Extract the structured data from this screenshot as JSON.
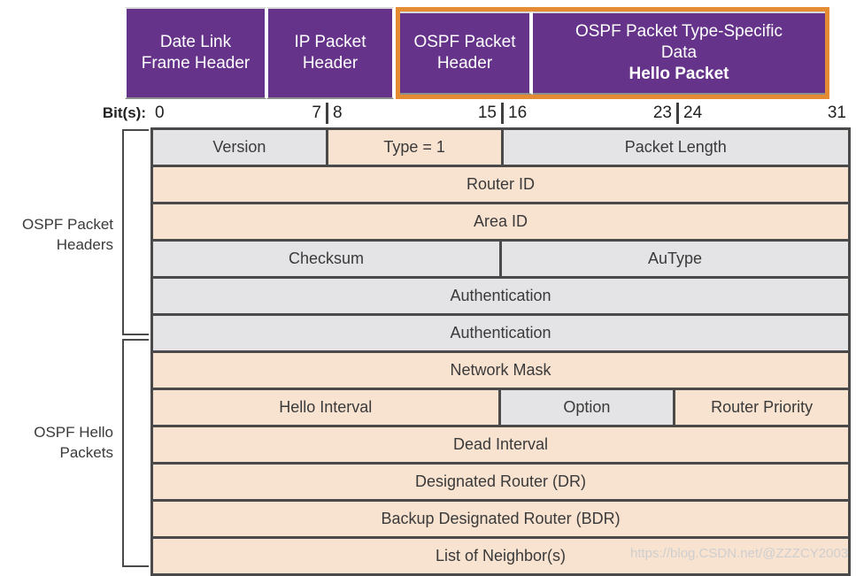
{
  "stack_banner": {
    "boxes": [
      {
        "name": "data-link-frame-header",
        "line1": "Date Link",
        "line2": "Frame Header"
      },
      {
        "name": "ip-packet-header",
        "line1": "IP Packet",
        "line2": "Header"
      },
      {
        "name": "ospf-packet-header",
        "line1": "OSPF Packet",
        "line2": "Header"
      },
      {
        "name": "ospf-type-specific-data",
        "line1": "OSPF Packet Type-Specific",
        "line2": "Data",
        "line3": "Hello Packet"
      }
    ],
    "highlight_color": "#E58B33",
    "box_color": "#65338A"
  },
  "bit_ruler": {
    "label": "Bit(s):",
    "segments": [
      {
        "lo": "0",
        "hi": "7"
      },
      {
        "lo": "8",
        "hi": "15"
      },
      {
        "lo": "16",
        "hi": "23"
      },
      {
        "lo": "24",
        "hi": "31"
      }
    ]
  },
  "groups": [
    {
      "name": "ospf-packet-headers",
      "line1": "OSPF Packet",
      "line2": "Headers"
    },
    {
      "name": "ospf-hello-packets",
      "line1": "OSPF Hello",
      "line2": "Packets"
    }
  ],
  "colors": {
    "highlight_cell": "#F8E2D0",
    "normal_cell": "#E4E3E5",
    "border": "#4a4a4a"
  },
  "field_table": {
    "rows": [
      {
        "cells": [
          {
            "label": "Version",
            "bits": 8,
            "style": "gray"
          },
          {
            "label": "Type = 1",
            "bits": 8,
            "style": "peach"
          },
          {
            "label": "Packet Length",
            "bits": 16,
            "style": "gray"
          }
        ]
      },
      {
        "cells": [
          {
            "label": "Router ID",
            "bits": 32,
            "style": "peach"
          }
        ]
      },
      {
        "cells": [
          {
            "label": "Area ID",
            "bits": 32,
            "style": "peach"
          }
        ]
      },
      {
        "cells": [
          {
            "label": "Checksum",
            "bits": 16,
            "style": "gray"
          },
          {
            "label": "AuType",
            "bits": 16,
            "style": "gray"
          }
        ]
      },
      {
        "cells": [
          {
            "label": "Authentication",
            "bits": 32,
            "style": "gray"
          }
        ]
      },
      {
        "cells": [
          {
            "label": "Authentication",
            "bits": 32,
            "style": "gray"
          }
        ]
      },
      {
        "cells": [
          {
            "label": "Network Mask",
            "bits": 32,
            "style": "peach"
          }
        ]
      },
      {
        "cells": [
          {
            "label": "Hello Interval",
            "bits": 16,
            "style": "peach"
          },
          {
            "label": "Option",
            "bits": 8,
            "style": "gray"
          },
          {
            "label": "Router Priority",
            "bits": 8,
            "style": "peach"
          }
        ]
      },
      {
        "cells": [
          {
            "label": "Dead Interval",
            "bits": 32,
            "style": "peach"
          }
        ]
      },
      {
        "cells": [
          {
            "label": "Designated Router (DR)",
            "bits": 32,
            "style": "peach"
          }
        ]
      },
      {
        "cells": [
          {
            "label": "Backup Designated Router (BDR)",
            "bits": 32,
            "style": "peach"
          }
        ]
      },
      {
        "cells": [
          {
            "label": "List of Neighbor(s)",
            "bits": 32,
            "style": "peach"
          }
        ]
      }
    ]
  },
  "watermark": "https://blog.CSDN.net/@ZZZCY2003"
}
